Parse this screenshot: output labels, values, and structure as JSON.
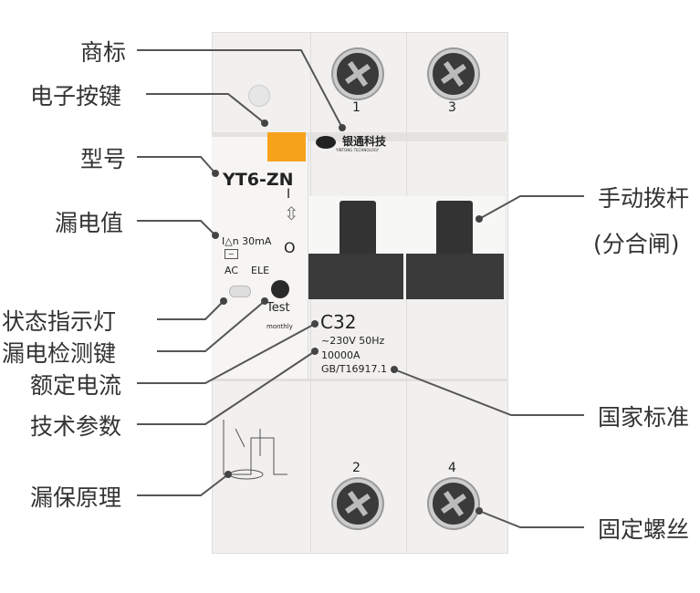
{
  "left_labels": [
    "商标",
    "电子按键",
    "型号",
    "漏电值",
    "状态指示灯",
    "漏电检测键",
    "额定电流",
    "技术参数",
    "漏保原理"
  ],
  "right_labels": {
    "handle": "手动拨杆",
    "handle_sub": "(分合闸)",
    "standard": "国家标准",
    "screw": "固定螺丝"
  },
  "device": {
    "brand": "银通科技",
    "brand_en": "YINTONG TECHNOLOGY",
    "model": "YT6-ZN",
    "on": "I",
    "off": "O",
    "leakage": "I△n 30mA",
    "wave": "~",
    "type_ac": "AC",
    "type_ele": "ELE",
    "test": "Test",
    "test_sub": "monthly",
    "rating": "C32",
    "voltage": "~230V 50Hz",
    "breaking": "10000A",
    "standard": "GB/T16917.1",
    "terminals": [
      "1",
      "3",
      "2",
      "4"
    ]
  },
  "colors": {
    "test_button": "#f7a21b",
    "line": "#555555"
  }
}
